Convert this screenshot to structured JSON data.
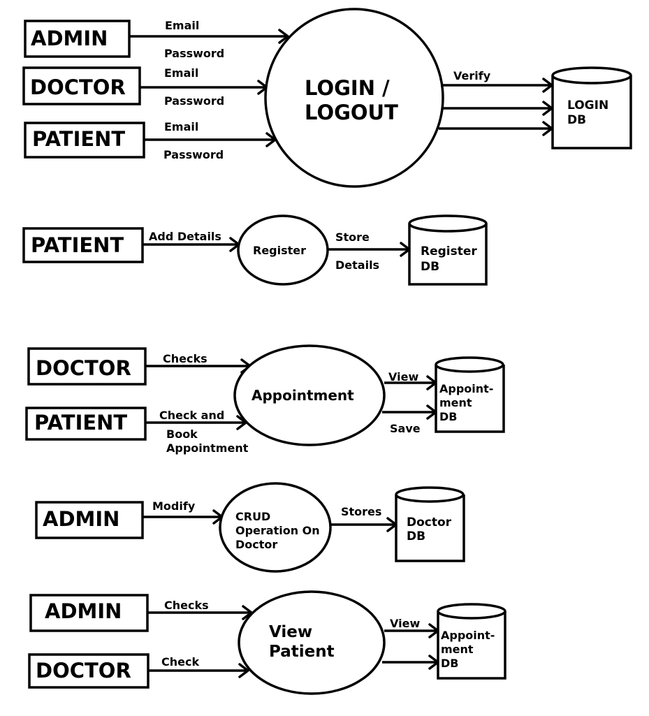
{
  "section1": {
    "entities": {
      "admin": "ADMIN",
      "doctor": "DOCTOR",
      "patient": "PATIENT"
    },
    "admin_email": "Email",
    "admin_password": "Password",
    "doctor_email": "Email",
    "doctor_password": "Password",
    "patient_email": "Email",
    "patient_password": "Password",
    "process_line1": "LOGIN /",
    "process_line2": "LOGOUT",
    "verify": "Verify",
    "db_line1": "LOGIN",
    "db_line2": "DB"
  },
  "section2": {
    "entity": "PATIENT",
    "add_details": "Add Details",
    "process": "Register",
    "store": "Store",
    "details": "Details",
    "db_line1": "Register",
    "db_line2": "DB"
  },
  "section3": {
    "entity_doctor": "DOCTOR",
    "entity_patient": "PATIENT",
    "checks": "Checks",
    "check_and": "Check and",
    "book": "Book",
    "appointment_label": "Appointment",
    "process": "Appointment",
    "view": "View",
    "save": "Save",
    "db_line1": "Appoint-",
    "db_line2": "ment",
    "db_line3": "DB"
  },
  "section4": {
    "entity": "ADMIN",
    "modify": "Modify",
    "process_line1": "CRUD",
    "process_line2": "Operation On",
    "process_line3": "Doctor",
    "stores": "Stores",
    "db_line1": "Doctor",
    "db_line2": "DB"
  },
  "section5": {
    "entity_admin": "ADMIN",
    "entity_doctor": "DOCTOR",
    "checks": "Checks",
    "check": "Check",
    "process_line1": "View",
    "process_line2": "Patient",
    "view": "View",
    "db_line1": "Appoint-",
    "db_line2": "ment",
    "db_line3": "DB"
  }
}
